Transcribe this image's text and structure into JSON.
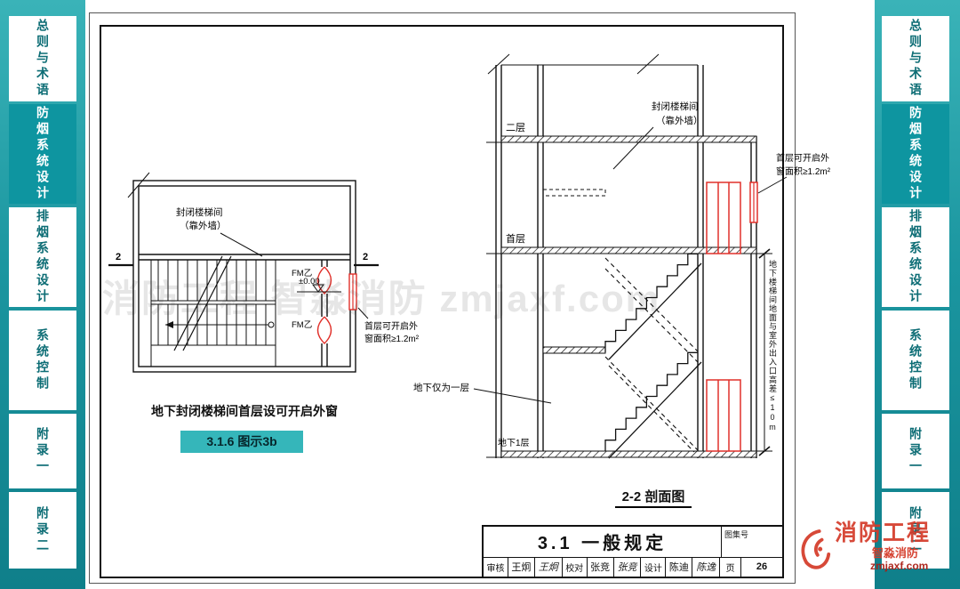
{
  "sidebar": {
    "items": [
      {
        "label": "总则与术语",
        "active": false
      },
      {
        "label": "防烟系统设计",
        "active": true
      },
      {
        "label": "排烟系统设计",
        "active": false
      },
      {
        "label": "系统控制",
        "active": false
      },
      {
        "label": "附录一",
        "active": false
      },
      {
        "label": "附录二",
        "active": false
      }
    ]
  },
  "plan": {
    "room_label_line1": "封闭楼梯间",
    "room_label_line2": "（靠外墙）",
    "door_label_top": "FM乙",
    "door_label_bottom": "FM乙",
    "level_label": "±0.00",
    "window_label_line1": "首层可开启外",
    "window_label_line2": "窗面积≥1.2m²",
    "section_mark_left": "2",
    "section_mark_right": "2",
    "caption": "地下封闭楼梯间首层设可开启外窗",
    "figure_ref": "3.1.6 图示3b"
  },
  "section": {
    "floor_2": "二层",
    "floor_1": "首层",
    "floor_b1": "地下1层",
    "room_label_line1": "封闭楼梯间",
    "room_label_line2": "（靠外墙）",
    "window_label_line1": "首层可开启外",
    "window_label_line2": "窗面积≥1.2m²",
    "basement_note": "地下仅为一层",
    "height_note": "地下楼梯间地面与室外出入口高差≤10m",
    "title": "2-2 剖面图"
  },
  "titleblock": {
    "section_title": "3.1  一般规定",
    "atlas_label": "图集号",
    "review_label": "审核",
    "review_name": "王炯",
    "review_sig": "王炯",
    "proof_label": "校对",
    "proof_name": "张竞",
    "proof_sig": "张竞",
    "design_label": "设计",
    "design_name": "陈迪",
    "design_sig": "陈逸",
    "page_label": "页",
    "page_value": "26"
  },
  "watermark": {
    "brand_large": "消防工程",
    "brand_small": "智淼消防",
    "brand_url": "zmjaxf.com",
    "faint_text": "消防工程 智淼消防 zmjaxf.com"
  },
  "colors": {
    "accent_red": "#e0302a",
    "teal": "#0e95a0"
  }
}
